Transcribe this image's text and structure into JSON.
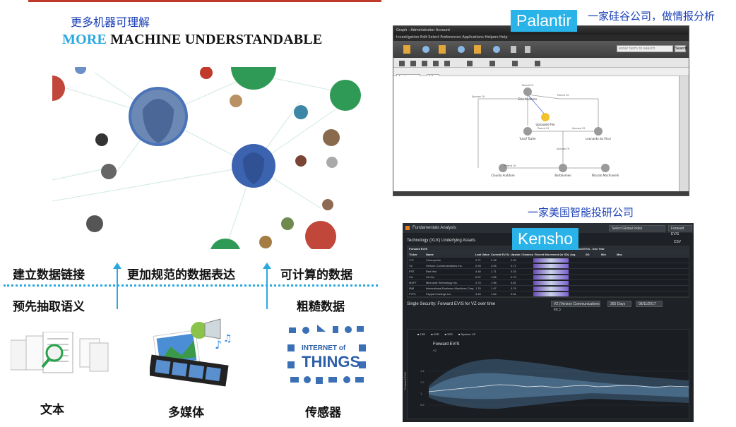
{
  "left": {
    "cn_title": "更多机器可理解",
    "en_title_more": "MORE",
    "en_title_rest": " MACHINE UNDERSTANDABLE",
    "keywords": {
      "build_links": "建立数据链接",
      "normalized": "更加规范的数据表达",
      "computable": "可计算的数据",
      "pre_extract": "预先抽取语义",
      "raw_data": "粗糙数据"
    },
    "bottom_labels": {
      "text": "文本",
      "multimedia": "多媒体",
      "sensor": "传感器"
    },
    "iot": {
      "line1": "INTERNET of",
      "line2": "THINGS"
    }
  },
  "right": {
    "palantir": {
      "badge": "Palantir",
      "caption": "一家硅谷公司，做情报分析",
      "window_title": "Graph - Administrator Account",
      "menu": "Investigation  Edit  Select  Preferences  Applications  Helpers  Help",
      "search_placeholder": "enter term to search",
      "search_button": "Search",
      "font_name": "Arial",
      "font_size": "12",
      "nodes": [
        "Ezio Auditore",
        "Uploaded File",
        "Yusuf Tazim",
        "Leonardo da Vinci",
        "Bartolomeo",
        "Claudia Auditore",
        "Niccolo Machiavelli"
      ],
      "edge_labels": [
        "Parent Of",
        "Parent Of",
        "Spouse Of",
        "Spouse Of",
        "Parent Of",
        "Parent Of",
        "Spouse Of"
      ]
    },
    "kensho": {
      "badge": "Kensho",
      "caption": "一家美国智能投研公司",
      "app_title": "Fundamentals Analysis",
      "select_index": "Select Global Index",
      "select_metric": "Forward EV/S",
      "subheader": "Technology (XLK) Underlying Assets",
      "csv_label": "CSV",
      "table_group_left": "Forward EV/S",
      "table_group_mid": "Forward EV/S - One Year",
      "columns": [
        "Ticker",
        "Name",
        "Last Value",
        "Current EV Score",
        "Upside / Downside",
        "Recent Movement (in SD) from 1Y Trailing Average",
        "Avg",
        "SD",
        "Min",
        "Max"
      ],
      "rows": [
        [
          "CTL",
          "CenturyLink",
          "0.71",
          "0.48",
          "0.39"
        ],
        [
          "VZ",
          "Verizon Communications Inc.",
          "0.93",
          "0.05",
          "0.71"
        ],
        [
          "FRT",
          "Red Hat",
          "4.48",
          "1.71",
          "0.33"
        ],
        [
          "CA",
          "CA Inc.",
          "0.97",
          "1.56",
          "0.79"
        ],
        [
          "MSFT",
          "Microsoft Technology Inc.",
          "2.74",
          "1.96",
          "0.81"
        ],
        [
          "IBM",
          "International Business Machines Corp.",
          "1.76",
          "1.47",
          "0.76"
        ],
        [
          "PYPL",
          "Paypal Holdings Inc.",
          "3.16",
          "1.84",
          "0.81"
        ]
      ],
      "chart_section_title": "Single Security: Forward EV/S for VZ over time",
      "security_select": "VZ (Verizon Communications Inc.)",
      "range_select": "365 Days",
      "date_value": "08/11/2017",
      "legend": [
        "1SD",
        "2SD",
        "3SD",
        "Symbol: VZ"
      ],
      "chart_title": "Forward EV/S",
      "chart_subtitle": "VZ",
      "y_axis_label": "Forward EV/S",
      "y_ticks": [
        "1.4",
        "1.2",
        "1",
        "0.8"
      ]
    }
  }
}
